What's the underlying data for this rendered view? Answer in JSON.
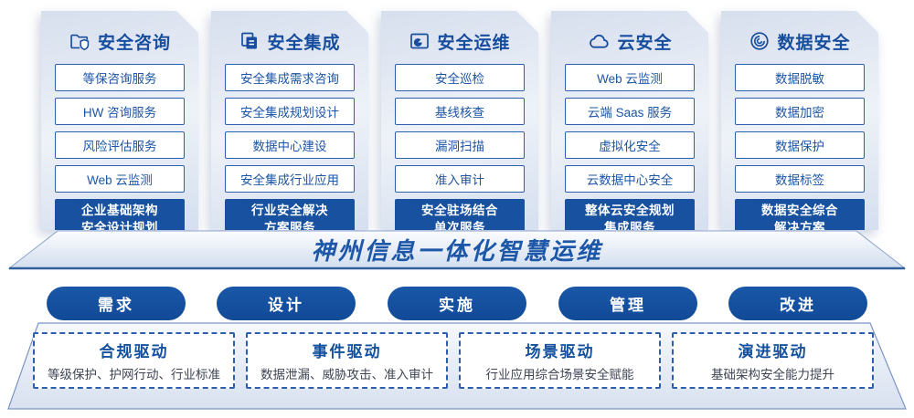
{
  "columns": [
    {
      "title": "安全咨询",
      "icon": "folder-shield-icon",
      "items": [
        "等保咨询服务",
        "HW 咨询服务",
        "风险评估服务",
        "Web 云监测"
      ],
      "footer": {
        "line1": "企业基础架构",
        "line2": "安全设计规划"
      }
    },
    {
      "title": "安全集成",
      "icon": "documents-icon",
      "items": [
        "安全集成需求咨询",
        "安全集成规划设计",
        "数据中心建设",
        "安全集成行业应用"
      ],
      "footer": {
        "line1": "行业安全解决",
        "line2": "方案服务"
      }
    },
    {
      "title": "安全运维",
      "icon": "folder-clock-icon",
      "items": [
        "安全巡检",
        "基线核查",
        "漏洞扫描",
        "准入审计"
      ],
      "footer": {
        "line1": "安全驻场结合",
        "line2": "单次服务"
      }
    },
    {
      "title": "云安全",
      "icon": "cloud-icon",
      "items": [
        "Web 云监测",
        "云端 Saas 服务",
        "虚拟化安全",
        "云数据中心安全"
      ],
      "footer": {
        "line1": "整体云安全规划",
        "line2": "集成服务"
      }
    },
    {
      "title": "数据安全",
      "icon": "fingerprint-icon",
      "items": [
        "数据脱敏",
        "数据加密",
        "数据保护",
        "数据标签"
      ],
      "footer": {
        "line1": "数据安全综合",
        "line2": "解决方案"
      }
    }
  ],
  "banner": {
    "title": "神州信息一体化智慧运维"
  },
  "pills": [
    "需求",
    "设计",
    "实施",
    "管理",
    "改进"
  ],
  "drivers": [
    {
      "title": "合规驱动",
      "desc": "等级保护、护网行动、行业标准"
    },
    {
      "title": "事件驱动",
      "desc": "数据泄漏、威胁攻击、准入审计"
    },
    {
      "title": "场景驱动",
      "desc": "行业应用综合场景安全赋能"
    },
    {
      "title": "演进驱动",
      "desc": "基础架构安全能力提升"
    }
  ],
  "colors": {
    "primary": "#17519f",
    "item_border": "#2e5fae",
    "title_text": "#174d9e",
    "banner_text": "#1c57a8",
    "desc_text": "#3f4554"
  }
}
